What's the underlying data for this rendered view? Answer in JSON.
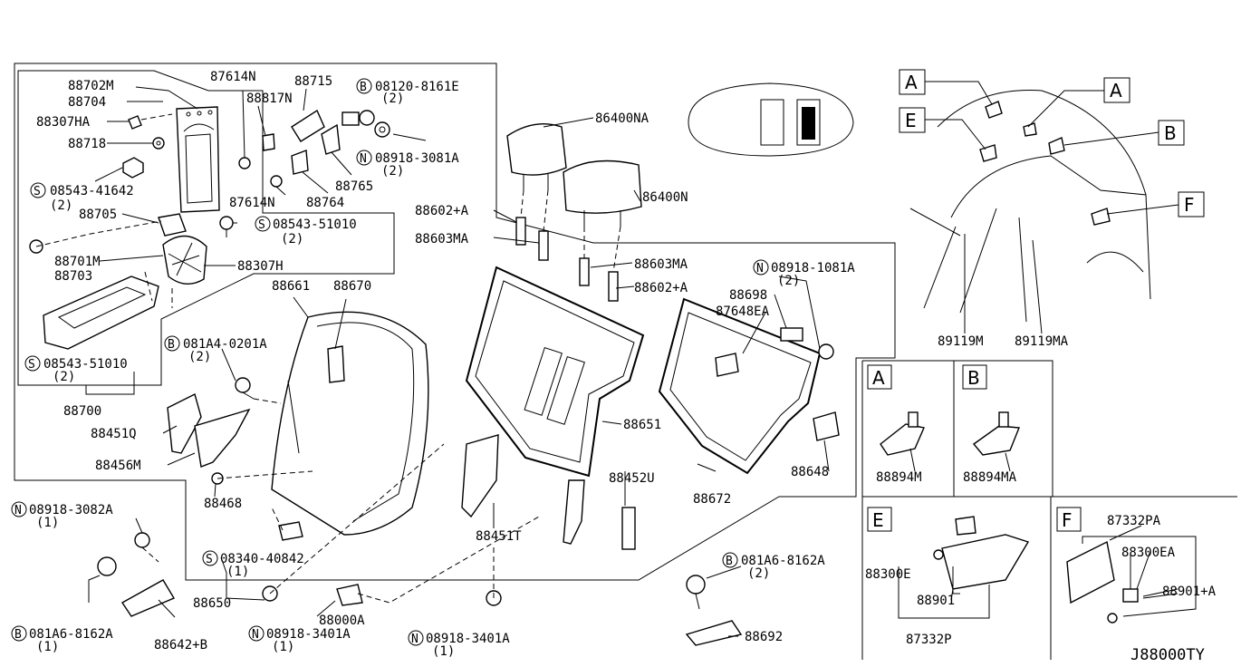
{
  "catalog_code": "J88000TY",
  "callouts": {
    "p88702M": "88702M",
    "p88704": "88704",
    "p88307HA": "88307HA",
    "p88718": "88718",
    "s08543_41642": "08543-41642",
    "s08543_41642_qty": "(2)",
    "p88705": "88705",
    "s08543_51010_a": "08543-51010",
    "s08543_51010_a_qty": "(2)",
    "p88701M": "88701M",
    "p88703": "88703",
    "p88307H": "88307H",
    "s08543_51010_b": "08543-51010",
    "s08543_51010_b_qty": "(2)",
    "p88700": "88700",
    "p87614N_a": "87614N",
    "p88817N": "88817N",
    "p88715": "88715",
    "b08120_8161E": "08120-8161E",
    "b08120_8161E_qty": "(2)",
    "n08918_3081A": "08918-3081A",
    "n08918_3081A_qty": "(2)",
    "p88765": "88765",
    "p87614N_b": "87614N",
    "p88764": "88764",
    "p86400NA": "86400NA",
    "p86400N": "86400N",
    "p88602A_a": "88602+A",
    "p88603MA_a": "88603MA",
    "p88603MA_b": "88603MA",
    "p88602A_b": "88602+A",
    "n08918_1081A": "08918-1081A",
    "n08918_1081A_qty": "(2)",
    "p88698": "88698",
    "p87648EA": "87648EA",
    "p88661": "88661",
    "p88670": "88670",
    "b081A4_0201A": "081A4-0201A",
    "b081A4_0201A_qty": "(2)",
    "p88451Q": "88451Q",
    "p88456M": "88456M",
    "p88468": "88468",
    "p88651": "88651",
    "p88452U": "88452U",
    "p88672": "88672",
    "p88648": "88648",
    "n08918_3082A": "08918-3082A",
    "n08918_3082A_qty": "(1)",
    "s08340_40842": "08340-40842",
    "s08340_40842_qty": "(1)",
    "p88650": "88650",
    "p88451T": "88451T",
    "b081A6_8162A_a": "081A6-8162A",
    "b081A6_8162A_a_qty": "(1)",
    "p88642B": "88642+B",
    "n08918_3401A_a": "08918-3401A",
    "n08918_3401A_a_qty": "(1)",
    "p88000A": "88000A",
    "n08918_3401A_b": "08918-3401A",
    "n08918_3401A_b_qty": "(1)",
    "b081A6_8162A_b": "081A6-8162A",
    "b081A6_8162A_b_qty": "(2)",
    "p88692": "88692",
    "p89119M": "89119M",
    "p89119MA": "89119MA",
    "p88894M": "88894M",
    "p88894MA": "88894MA",
    "p88300E": "88300E",
    "p88901": "88901",
    "p87332P": "87332P",
    "p87332PA": "87332PA",
    "p88300EA": "88300EA",
    "p88901A": "88901+A"
  },
  "prefix_symbols": {
    "S": "S",
    "B": "B",
    "N": "N"
  },
  "view_letters": {
    "A": "A",
    "B": "B",
    "E": "E",
    "F": "F"
  }
}
